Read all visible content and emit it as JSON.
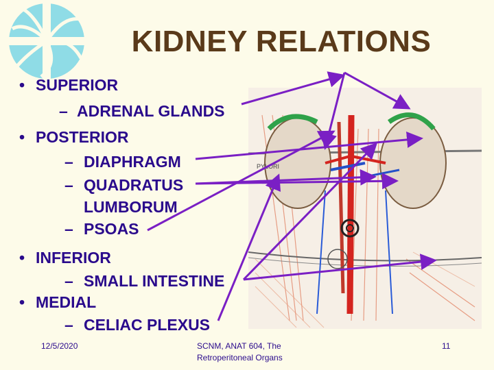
{
  "title": "KIDNEY RELATIONS",
  "outline": {
    "superior": "SUPERIOR",
    "adrenal": "ADRENAL GLANDS",
    "posterior": "POSTERIOR",
    "diaphragm": "DIAPHRAGM",
    "quadratus_1": "QUADRATUS",
    "quadratus_2": "LUMBORUM",
    "psoas": "PSOAS",
    "inferior": "INFERIOR",
    "small_intestine": "SMALL INTESTINE",
    "medial": "MEDIAL",
    "celiac": "CELIAC PLEXUS"
  },
  "figure_labels": {
    "pylorus": "PYLORI"
  },
  "footer": {
    "date": "12/5/2020",
    "course_line1": "SCNM, ANAT 604, The",
    "course_line2": "Retroperitoneal Organs",
    "page": "11"
  },
  "colors": {
    "arrow": "#7a1fc4",
    "title": "#5a3a1a",
    "text": "#2a0a8c",
    "background": "#fdfbe9"
  }
}
